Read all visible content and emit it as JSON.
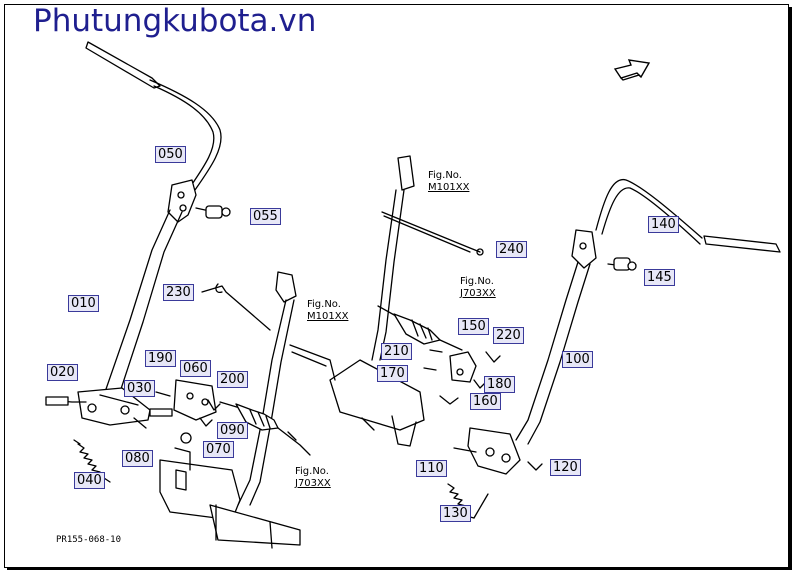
{
  "site_title": "Phutungkubota.vn",
  "drawing_code": "PR155-068-10",
  "colors": {
    "title": "#1f1f8f",
    "callout_fill": "#e7e7f7",
    "callout_border": "#3a3a9a",
    "line": "#000000"
  },
  "direction_icon": "arrow-icon",
  "parts": [
    {
      "id": "p050",
      "label": "050"
    },
    {
      "id": "p055",
      "label": "055"
    },
    {
      "id": "p010",
      "label": "010"
    },
    {
      "id": "p230",
      "label": "230"
    },
    {
      "id": "p020",
      "label": "020"
    },
    {
      "id": "p190",
      "label": "190"
    },
    {
      "id": "p030",
      "label": "030"
    },
    {
      "id": "p060",
      "label": "060"
    },
    {
      "id": "p200",
      "label": "200"
    },
    {
      "id": "p090",
      "label": "090"
    },
    {
      "id": "p070",
      "label": "070"
    },
    {
      "id": "p080",
      "label": "080"
    },
    {
      "id": "p040",
      "label": "040"
    },
    {
      "id": "p240",
      "label": "240"
    },
    {
      "id": "p140",
      "label": "140"
    },
    {
      "id": "p145",
      "label": "145"
    },
    {
      "id": "p150",
      "label": "150"
    },
    {
      "id": "p220",
      "label": "220"
    },
    {
      "id": "p210",
      "label": "210"
    },
    {
      "id": "p170",
      "label": "170"
    },
    {
      "id": "p180",
      "label": "180"
    },
    {
      "id": "p160",
      "label": "160"
    },
    {
      "id": "p100",
      "label": "100"
    },
    {
      "id": "p110",
      "label": "110"
    },
    {
      "id": "p120",
      "label": "120"
    },
    {
      "id": "p130",
      "label": "130"
    }
  ],
  "fig_refs": [
    {
      "label": "Fig.No.",
      "code": "M101XX"
    },
    {
      "label": "Fig.No.",
      "code": "J703XX"
    },
    {
      "label": "Fig.No.",
      "code": "M101XX"
    },
    {
      "label": "Fig.No.",
      "code": "J703XX"
    }
  ]
}
